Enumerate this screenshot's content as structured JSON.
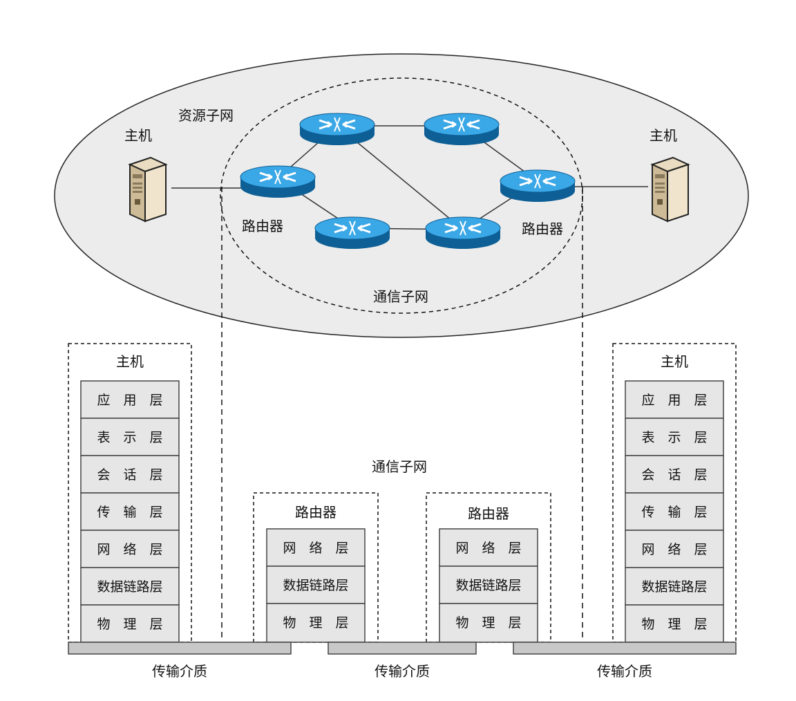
{
  "top": {
    "resource_subnet": "资源子网",
    "comm_subnet": "通信子网",
    "host_left": "主机",
    "host_right": "主机",
    "router_left": "路由器",
    "router_right": "路由器"
  },
  "bottom": {
    "comm_subnet": "通信子网",
    "host_left": {
      "title": "主机",
      "layers": [
        "应　用　层",
        "表　示　层",
        "会　话　层",
        "传　输　层",
        "网　络　层",
        "数据链路层",
        "物　理　层"
      ]
    },
    "router_left": {
      "title": "路由器",
      "layers": [
        "网　络　层",
        "数据链路层",
        "物　理　层"
      ]
    },
    "router_right": {
      "title": "路由器",
      "layers": [
        "网　络　层",
        "数据链路层",
        "物　理　层"
      ]
    },
    "host_right": {
      "title": "主机",
      "layers": [
        "应　用　层",
        "表　示　层",
        "会　话　层",
        "传　输　层",
        "网　络　层",
        "数据链路层",
        "物　理　层"
      ]
    },
    "media": [
      "传输介质",
      "传输介质",
      "传输介质"
    ]
  },
  "colors": {
    "ellipse_fill": "#ececec",
    "router_blue": "#1f8fd0",
    "router_dark": "#0d5f95",
    "layer_fill": "#e6e6e6",
    "media_fill": "#c8c8c8"
  },
  "icons": [
    "router-icon",
    "server-icon"
  ]
}
